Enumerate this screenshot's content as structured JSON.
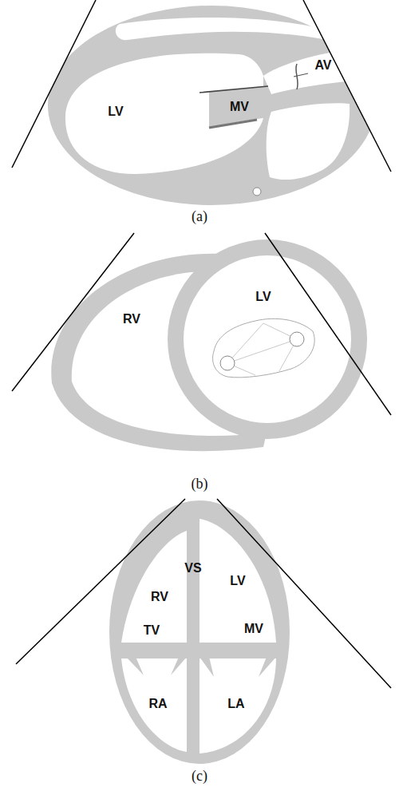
{
  "diagram": {
    "labels": [
      "AV",
      "LV",
      "MV",
      "(a)",
      "RV",
      "LV",
      "(b)",
      "VS",
      "RV",
      "LV",
      "TV",
      "MV",
      "RA",
      "LA",
      "(c)"
    ]
  }
}
